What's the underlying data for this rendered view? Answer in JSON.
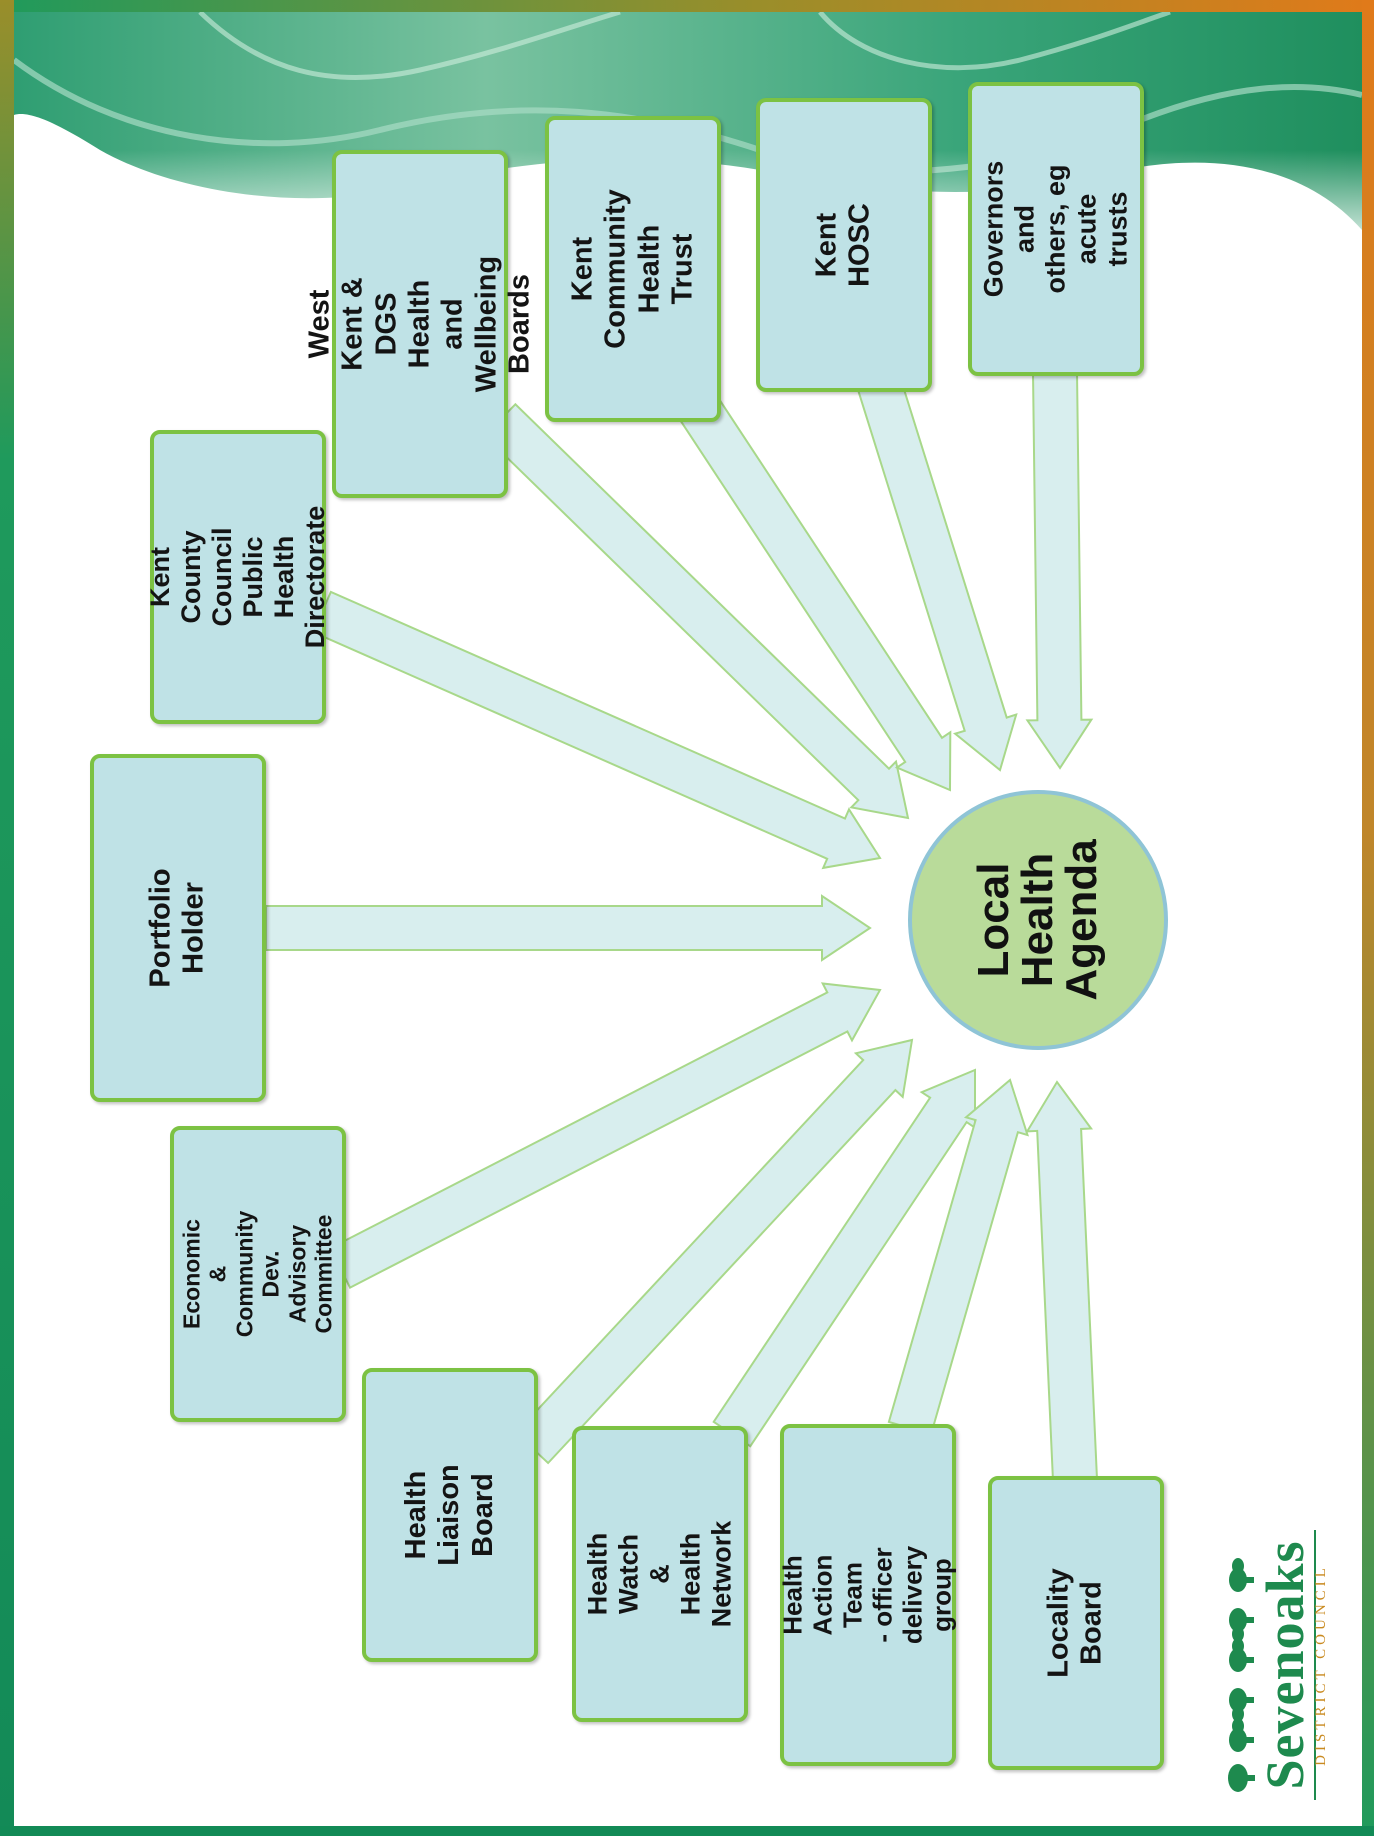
{
  "center": {
    "label": "Local\nHealth\nAgenda"
  },
  "boxes": {
    "portfolio_holder": "Portfolio Holder",
    "kent_county_council_public_health": "Kent County\nCouncil Public\nHealth\nDirectorate",
    "west_kent_dgs": "West Kent & DGS\nHealth and\nWellbeing Boards",
    "kent_community_health_trust": "Kent Community\nHealth Trust",
    "kent_hosc": "Kent HOSC",
    "governors_and_others": "Governors and\nothers, eg acute\ntrusts",
    "economic_community_dev": "Economic &\nCommunity Dev.\nAdvisory\nCommittee",
    "health_liaison_board": "Health Liaison\nBoard",
    "health_watch": "Health Watch &\nHealth Network",
    "health_action_team": "Health Action Team\n- officer delivery\ngroup",
    "locality_board": "Locality Board"
  },
  "logo": {
    "name": "Sevenoaks",
    "subtitle": "DISTRICT COUNCIL"
  },
  "colors": {
    "box_fill": "#bfe2e6",
    "box_border": "#7cc243",
    "circle_fill": "#b9db9a",
    "circle_border": "#8fc4d6",
    "arrow_fill": "#d8eeee",
    "arrow_stroke": "#a8d88a",
    "frame_green": "#1f9a5c",
    "frame_orange": "#e07a1a"
  }
}
